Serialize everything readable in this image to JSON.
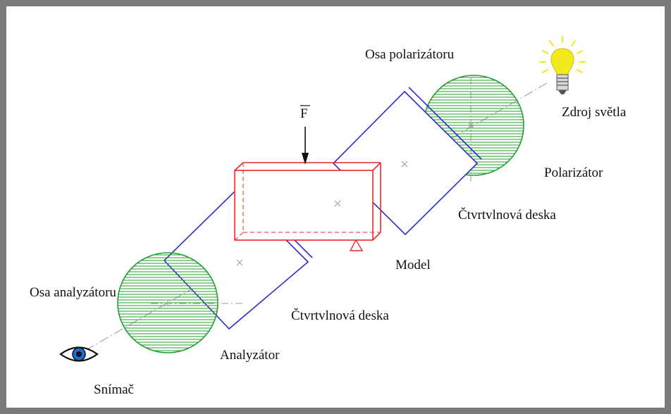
{
  "labels": {
    "polarizer_axis": "Osa polarizátoru",
    "light_source": "Zdroj světla",
    "polarizer": "Polarizátor",
    "quarter_wave_plate_right": "Čtvrtvlnová deska",
    "force": "F",
    "model": "Model",
    "analyzer_axis": "Osa analyzátoru",
    "quarter_wave_plate_left": "Čtvrtvlnová deska",
    "analyzer": "Analyzátor",
    "sensor": "Snímač"
  },
  "icons": {
    "light_source": "light-bulb-icon",
    "sensor": "eye-icon"
  },
  "colors": {
    "frame": "#7a7a7a",
    "filter_green": "#1f9e2e",
    "plate_blue": "#2c2ccc",
    "model_red": "#e62a2a",
    "axis_gray": "#9a9a9a",
    "bulb_yellow": "#f2ea1c",
    "eye_blue": "#1a6fd6"
  }
}
